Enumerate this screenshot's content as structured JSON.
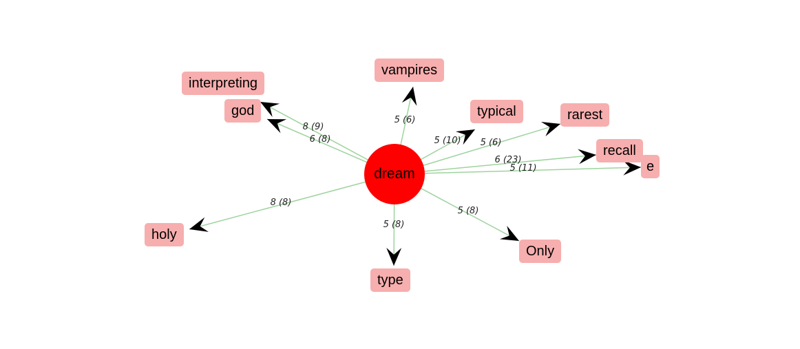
{
  "center": {
    "label": "dream"
  },
  "nodes": [
    {
      "id": "interpreting",
      "label": "interpreting"
    },
    {
      "id": "god",
      "label": "god"
    },
    {
      "id": "vampires",
      "label": "vampires"
    },
    {
      "id": "typical",
      "label": "typical"
    },
    {
      "id": "rarest",
      "label": "rarest"
    },
    {
      "id": "recall",
      "label": "recall"
    },
    {
      "id": "e",
      "label": "e"
    },
    {
      "id": "holy",
      "label": "holy"
    },
    {
      "id": "type",
      "label": "type"
    },
    {
      "id": "only",
      "label": "Only"
    }
  ],
  "edges": [
    {
      "target": "interpreting",
      "label": "8 (9)"
    },
    {
      "target": "god",
      "label": "6 (8)"
    },
    {
      "target": "vampires",
      "label": "5 (6)"
    },
    {
      "target": "typical",
      "label": "5 (10)"
    },
    {
      "target": "rarest",
      "label": "5 (6)"
    },
    {
      "target": "recall",
      "label": "6 (23)"
    },
    {
      "target": "e",
      "label": "5 (11)"
    },
    {
      "target": "holy",
      "label": "8 (8)"
    },
    {
      "target": "type",
      "label": "5 (8)"
    },
    {
      "target": "only",
      "label": "5 (8)"
    }
  ],
  "colors": {
    "node_fill": "#f7aeae",
    "center_fill": "#ff0000",
    "edge": "#9fd39f",
    "arrow": "#000000"
  }
}
